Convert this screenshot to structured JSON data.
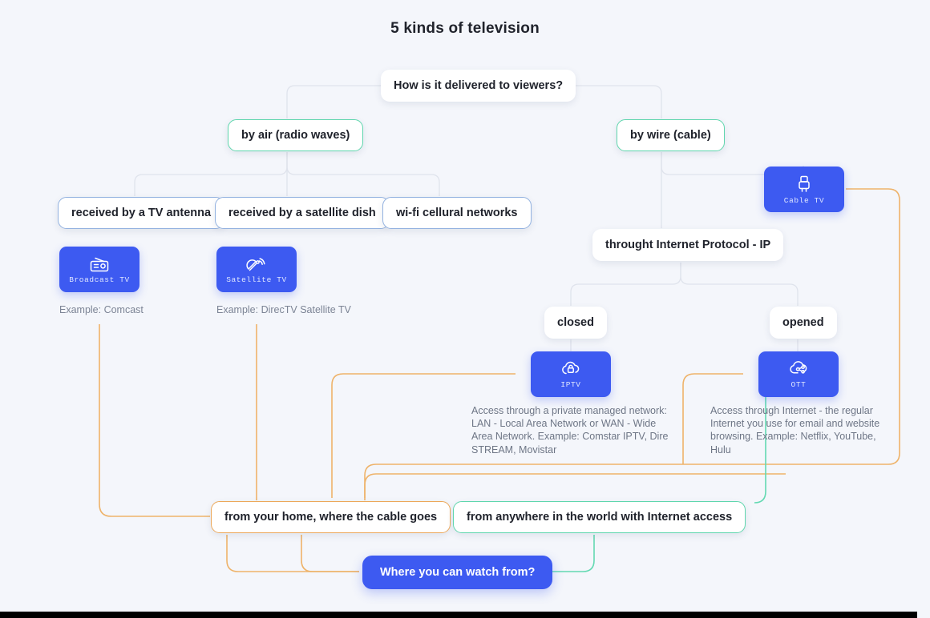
{
  "title": "5 kinds of television",
  "colors": {
    "background": "#f4f6fb",
    "card_blue": "#3d5af1",
    "border_green": "#5fd6ad",
    "border_blue": "#93b2e0",
    "border_orange": "#eca85a",
    "link_gray": "#dfe3ec",
    "link_orange": "#eeb36a",
    "link_teal": "#63d9b2",
    "text_dark": "#20232c",
    "text_muted": "#6e7686"
  },
  "nodes": {
    "root": "How is it delivered to viewers?",
    "by_air": "by air (radio waves)",
    "by_wire": "by wire (cable)",
    "antenna": "received by a TV antenna",
    "satellite_dish": "received by a satellite dish",
    "wifi": "wi-fi cellural networks",
    "ip": "throught Internet Protocol - IP",
    "closed": "closed",
    "opened": "opened",
    "from_home": "from your home, where the cable goes",
    "from_anywhere": "from anywhere in the world with Internet access",
    "where_watch": "Where you can watch from?"
  },
  "cards": [
    {
      "id": "broadcast",
      "label": "Broadcast TV",
      "icon": "radio-icon"
    },
    {
      "id": "satellite",
      "label": "Satellite TV",
      "icon": "satellite-dish-icon"
    },
    {
      "id": "cable",
      "label": "Cable TV",
      "icon": "plug-icon"
    },
    {
      "id": "iptv",
      "label": "IPTV",
      "icon": "cloud-lock-icon"
    },
    {
      "id": "ott",
      "label": "OTT",
      "icon": "cloud-share-icon"
    }
  ],
  "captions": {
    "broadcast": "Example: Comcast",
    "satellite": "Example: DirecTV Satellite TV"
  },
  "descriptions": {
    "iptv": "Access through a private managed network: LAN - Local Area Network or WAN - Wide Area Network. Example: Comstar IPTV, Dire STREAM, Movistar",
    "ott": "Access through Internet - the regular Internet you use for email and website browsing. Example: Netflix, YouTube, Hulu"
  }
}
